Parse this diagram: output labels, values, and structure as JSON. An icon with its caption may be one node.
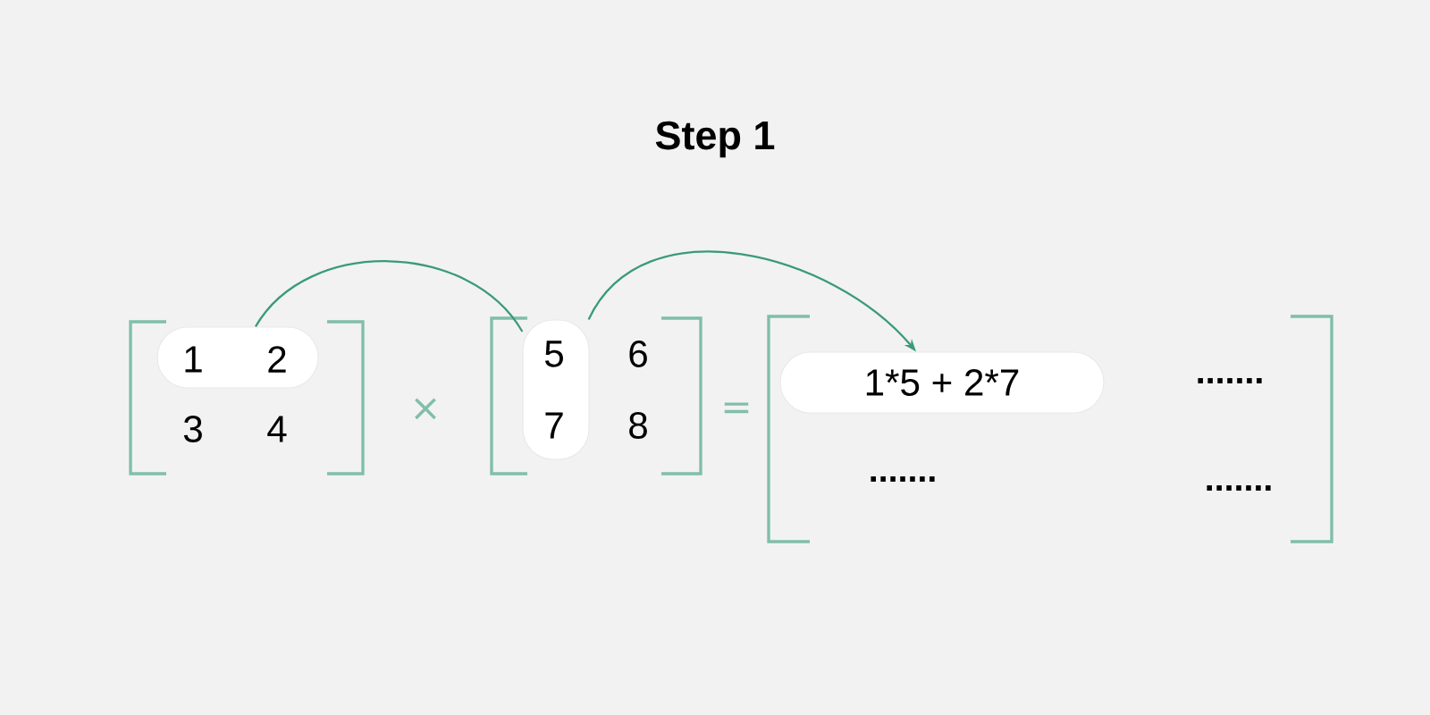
{
  "diagram": {
    "title": "Step 1",
    "nodes": [
      {
        "text": [
          "1",
          "2"
        ]
      },
      {
        "text": [
          "5",
          "7"
        ]
      },
      {
        "text": [
          "1*5 + 2*7"
        ]
      }
    ],
    "edges": [
      {
        "from": 0,
        "to": 1,
        "arrow": "none"
      },
      {
        "from": 1,
        "to": 2,
        "arrow": "to"
      }
    ],
    "labels": [
      "3",
      "4",
      "×",
      "6",
      "8",
      "=",
      ".......",
      ".......",
      "......."
    ]
  }
}
